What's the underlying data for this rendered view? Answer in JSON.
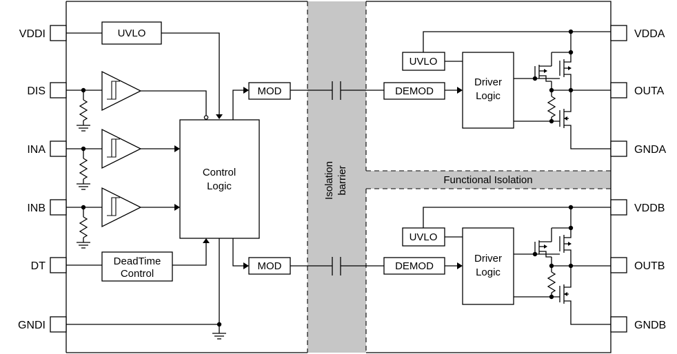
{
  "pins": {
    "left": [
      "VDDI",
      "DIS",
      "INA",
      "INB",
      "DT",
      "GNDI"
    ],
    "right": [
      "VDDA",
      "OUTA",
      "GNDA",
      "VDDB",
      "OUTB",
      "GNDB"
    ]
  },
  "blocks": {
    "uvlo_input": "UVLO",
    "deadtime_line1": "DeadTime",
    "deadtime_line2": "Control",
    "control_line1": "Control",
    "control_line2": "Logic",
    "mod_a": "MOD",
    "mod_b": "MOD",
    "demod_a": "DEMOD",
    "demod_b": "DEMOD",
    "uvlo_a": "UVLO",
    "uvlo_b": "UVLO",
    "driver_a_line1": "Driver",
    "driver_a_line2": "Logic",
    "driver_b_line1": "Driver",
    "driver_b_line2": "Logic"
  },
  "barrier": {
    "line1": "Isolation",
    "line2": "barrier",
    "functional": "Functional Isolation"
  },
  "colors": {
    "barrier_fill": "#c6c6c6",
    "line": "#000000",
    "background": "#ffffff"
  }
}
